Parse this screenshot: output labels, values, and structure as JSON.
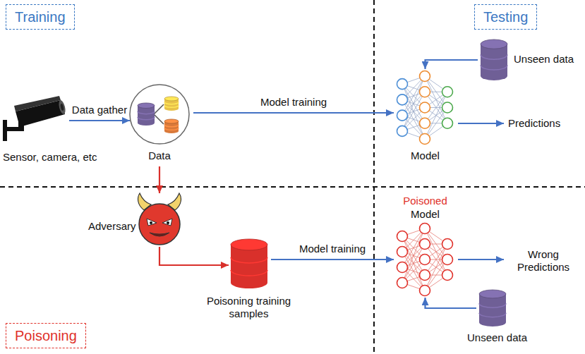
{
  "diagram": {
    "nodes": [
      {
        "text": [
          "Training"
        ]
      },
      {
        "text": [
          "Testing"
        ]
      },
      {
        "text": [
          "Poisoning"
        ]
      },
      {
        "text": [
          "Sensor, camera, etc"
        ]
      },
      {
        "text": [
          "Data"
        ]
      },
      {
        "text": [
          "Model"
        ]
      },
      {
        "text": [
          "Unseen data"
        ]
      },
      {
        "text": [
          "Predictions"
        ]
      },
      {
        "text": [
          "Adversary"
        ]
      },
      {
        "text": [
          "Poisoning training samples"
        ]
      },
      {
        "text": [
          "Poisoned",
          "Model"
        ]
      },
      {
        "text": [
          "Wrong Predictions"
        ]
      },
      {
        "text": [
          "Unseen data"
        ]
      }
    ],
    "edges": [
      {
        "from": 3,
        "to": 4,
        "arrow": "to",
        "label": "Data gather"
      },
      {
        "from": 4,
        "to": 5,
        "arrow": "to",
        "label": "Model training"
      },
      {
        "from": 6,
        "to": 5,
        "arrow": "to"
      },
      {
        "from": 5,
        "to": 7,
        "arrow": "to"
      },
      {
        "from": 4,
        "to": 8,
        "arrow": "to"
      },
      {
        "from": 8,
        "to": 9,
        "arrow": "to"
      },
      {
        "from": 9,
        "to": 10,
        "arrow": "to",
        "label": "Model training"
      },
      {
        "from": 12,
        "to": 10,
        "arrow": "to"
      },
      {
        "from": 10,
        "to": 11,
        "arrow": "to"
      }
    ]
  }
}
